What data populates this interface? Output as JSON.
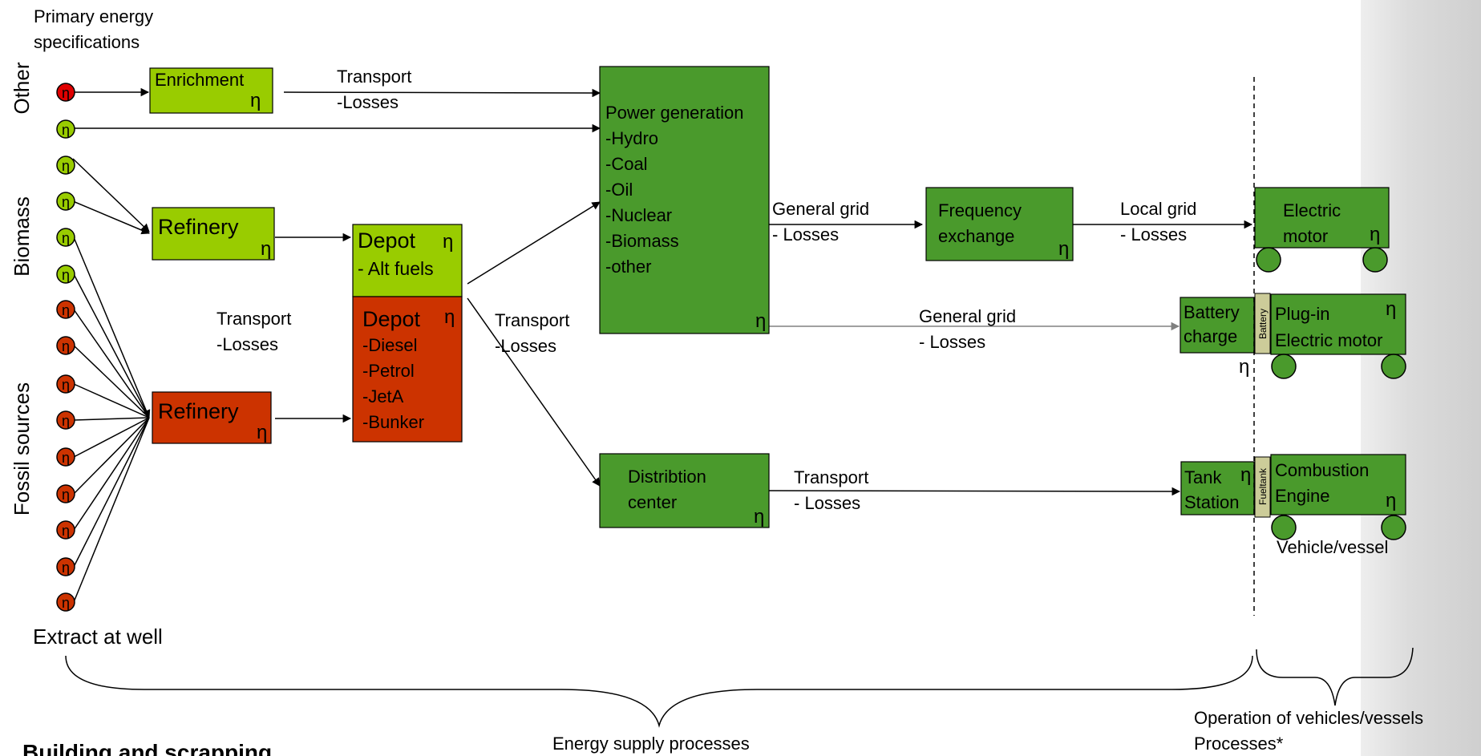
{
  "header": {
    "primary_energy_line1": "Primary energy",
    "primary_energy_line2": "specifications"
  },
  "side_labels": {
    "other": "Other",
    "biomass": "Biomass",
    "fossil": "Fossil sources"
  },
  "eta": "η",
  "extract_label": "Extract at well",
  "nodes": {
    "enrichment": "Enrichment",
    "refinery_bio": "Refinery",
    "refinery_fossil": "Refinery",
    "depot_alt_title": "Depot",
    "depot_alt_sub": "- Alt fuels",
    "depot_fossil_title": "Depot",
    "depot_fossil_items": [
      "-Diesel",
      "-Petrol",
      "-JetA",
      "-Bunker"
    ],
    "power_title": "Power generation",
    "power_items": [
      "-Hydro",
      "-Coal",
      "-Oil",
      "-Nuclear",
      "-Biomass",
      "-other"
    ],
    "frequency": [
      "Frequency",
      "exchange"
    ],
    "electric_motor": [
      "Electric",
      "motor"
    ],
    "battery_charge": [
      "Battery",
      "charge"
    ],
    "battery_tag": "Battery",
    "plugin": [
      "Plug-in",
      "Electric motor"
    ],
    "distribution": [
      "Distribtion",
      "center"
    ],
    "tank_station": [
      "Tank",
      "Station"
    ],
    "fueltank_tag": "Fueltank",
    "combustion": [
      "Combustion",
      "Engine"
    ],
    "vehicle_label": "Vehicle/vessel"
  },
  "edge_labels": {
    "transport_top": [
      "Transport",
      "-Losses"
    ],
    "transport_left": [
      "Transport",
      "-Losses"
    ],
    "transport_mid": [
      "Transport",
      "-Losses"
    ],
    "general_grid_1": [
      "General grid",
      "- Losses"
    ],
    "local_grid": [
      "Local grid",
      "- Losses"
    ],
    "general_grid_2": [
      "General grid",
      "- Losses"
    ],
    "transport_bottom": [
      "Transport",
      "- Losses"
    ]
  },
  "footer": {
    "energy_supply": "Energy supply processes",
    "operation_line1": "Operation of vehicles/vessels",
    "operation_line2": "Processes*",
    "building": "Building and scrapping"
  },
  "colors": {
    "light_green": "#99cc00",
    "dark_green": "#4a9a2c",
    "red": "#cc3300",
    "bright_red": "#e00000",
    "tag": "#cccc99"
  }
}
